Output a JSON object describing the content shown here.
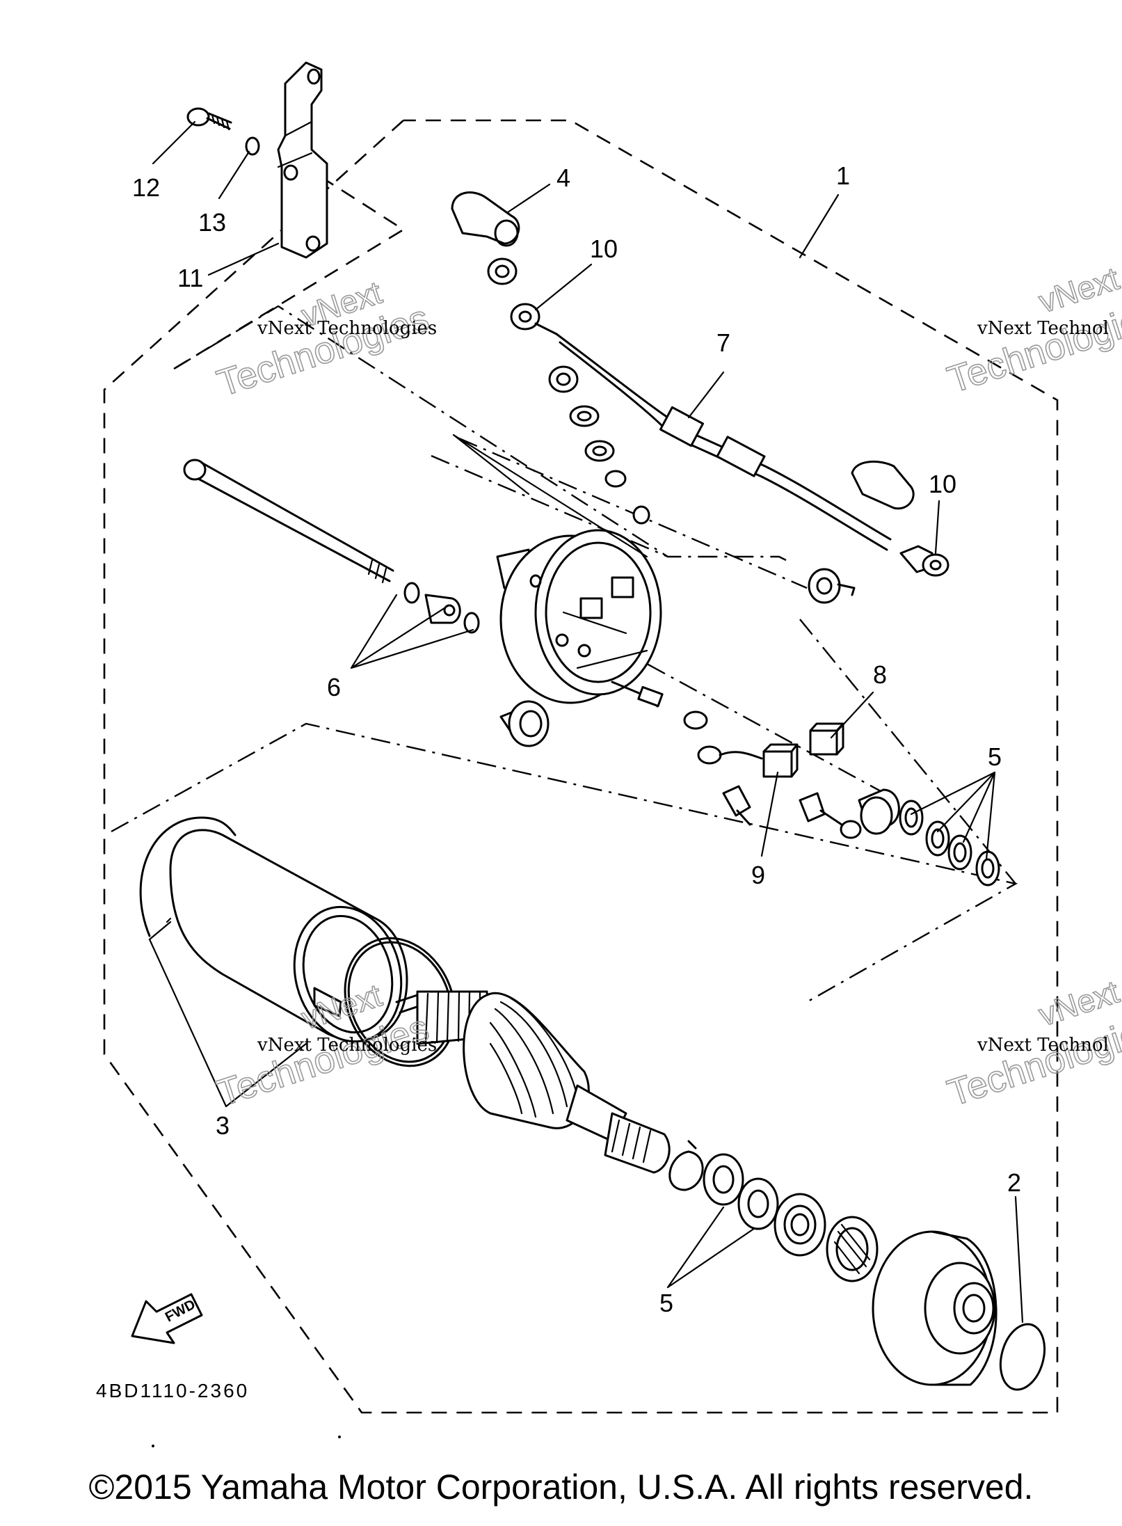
{
  "diagram": {
    "part_code": "4BD1110-2360",
    "fwd_label": "FWD",
    "callouts": [
      {
        "id": "c1",
        "text": "1"
      },
      {
        "id": "c2",
        "text": "2"
      },
      {
        "id": "c3",
        "text": "3"
      },
      {
        "id": "c4",
        "text": "4"
      },
      {
        "id": "c5a",
        "text": "5"
      },
      {
        "id": "c5b",
        "text": "5"
      },
      {
        "id": "c6",
        "text": "6"
      },
      {
        "id": "c7",
        "text": "7"
      },
      {
        "id": "c8",
        "text": "8"
      },
      {
        "id": "c9",
        "text": "9"
      },
      {
        "id": "c10a",
        "text": "10"
      },
      {
        "id": "c10b",
        "text": "10"
      },
      {
        "id": "c11",
        "text": "11"
      },
      {
        "id": "c12",
        "text": "12"
      },
      {
        "id": "c13",
        "text": "13"
      }
    ]
  },
  "watermarks": {
    "small": "vNext Technologies",
    "small_cut": "vNext Technol",
    "big_line1": "vNext",
    "big_line2": "Technologies"
  },
  "footer": {
    "copyright": "©2015 Yamaha Motor Corporation, U.S.A. All rights reserved."
  }
}
